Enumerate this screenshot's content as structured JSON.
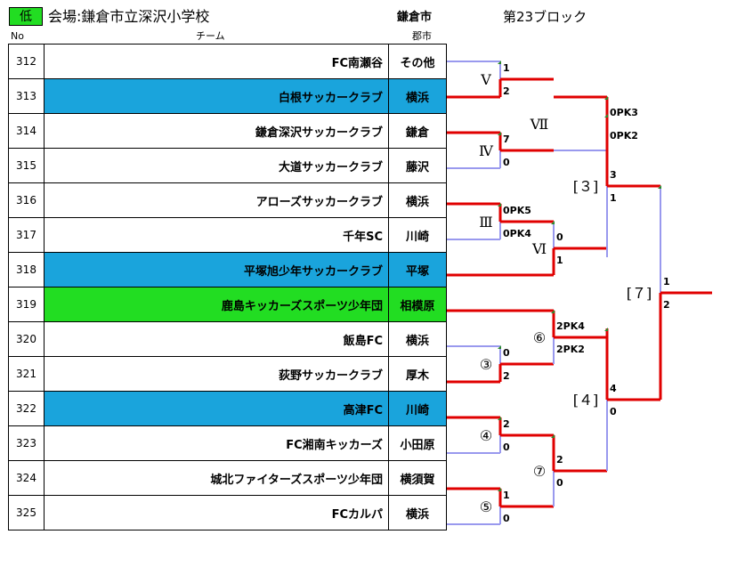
{
  "header": {
    "level_badge": "低",
    "venue": "会場:鎌倉市立深沢小学校",
    "city": "鎌倉市",
    "block_title": "第23ブロック",
    "col_no": "No",
    "col_team": "チーム",
    "col_city": "郡市"
  },
  "teams": [
    {
      "no": "312",
      "name": "FC南瀬谷",
      "city": "その他",
      "highlight": ""
    },
    {
      "no": "313",
      "name": "白根サッカークラブ",
      "city": "横浜",
      "highlight": "blue"
    },
    {
      "no": "314",
      "name": "鎌倉深沢サッカークラブ",
      "city": "鎌倉",
      "highlight": ""
    },
    {
      "no": "315",
      "name": "大道サッカークラブ",
      "city": "藤沢",
      "highlight": ""
    },
    {
      "no": "316",
      "name": "アローズサッカークラブ",
      "city": "横浜",
      "highlight": ""
    },
    {
      "no": "317",
      "name": "千年SC",
      "city": "川崎",
      "highlight": ""
    },
    {
      "no": "318",
      "name": "平塚旭少年サッカークラブ",
      "city": "平塚",
      "highlight": "blue"
    },
    {
      "no": "319",
      "name": "鹿島キッカーズスポーツ少年団",
      "city": "相模原",
      "highlight": "green"
    },
    {
      "no": "320",
      "name": "飯島FC",
      "city": "横浜",
      "highlight": ""
    },
    {
      "no": "321",
      "name": "荻野サッカークラブ",
      "city": "厚木",
      "highlight": ""
    },
    {
      "no": "322",
      "name": "高津FC",
      "city": "川崎",
      "highlight": "blue"
    },
    {
      "no": "323",
      "name": "FC湘南キッカーズ",
      "city": "小田原",
      "highlight": ""
    },
    {
      "no": "324",
      "name": "城北ファイターズスポーツ少年団",
      "city": "横須賀",
      "highlight": ""
    },
    {
      "no": "325",
      "name": "FCカルパ",
      "city": "横浜",
      "highlight": ""
    }
  ],
  "matches": {
    "m_v": {
      "label": "Ⅴ",
      "top_score": "1",
      "bottom_score": "2"
    },
    "m_iv": {
      "label": "Ⅳ",
      "top_score": "7",
      "bottom_score": "0"
    },
    "m_iii": {
      "label": "Ⅲ",
      "top_score": "0PK5",
      "bottom_score": "0PK4"
    },
    "m_vii": {
      "label": "Ⅶ",
      "top_score": "0PK3",
      "bottom_score": "0PK2"
    },
    "m_vi": {
      "label": "Ⅵ",
      "top_score": "0",
      "bottom_score": "1"
    },
    "m_3": {
      "label": "[３]",
      "top_score": "3",
      "bottom_score": "1"
    },
    "m_c3": {
      "label": "③",
      "top_score": "0",
      "bottom_score": "2"
    },
    "m_c4": {
      "label": "④",
      "top_score": "2",
      "bottom_score": "0"
    },
    "m_c5": {
      "label": "⑤",
      "top_score": "1",
      "bottom_score": "0"
    },
    "m_c6": {
      "label": "⑥",
      "top_score": "2PK4",
      "bottom_score": "2PK2"
    },
    "m_c7": {
      "label": "⑦",
      "top_score": "2",
      "bottom_score": "0"
    },
    "m_4": {
      "label": "[４]",
      "top_score": "4",
      "bottom_score": "0"
    },
    "m_7": {
      "label": "[７]",
      "top_score": "1",
      "bottom_score": "2"
    }
  },
  "colors": {
    "winner_line": "#e00000",
    "loser_line": "#9999ee",
    "highlight_blue": "#1aa4dc",
    "highlight_green": "#22dd22"
  }
}
